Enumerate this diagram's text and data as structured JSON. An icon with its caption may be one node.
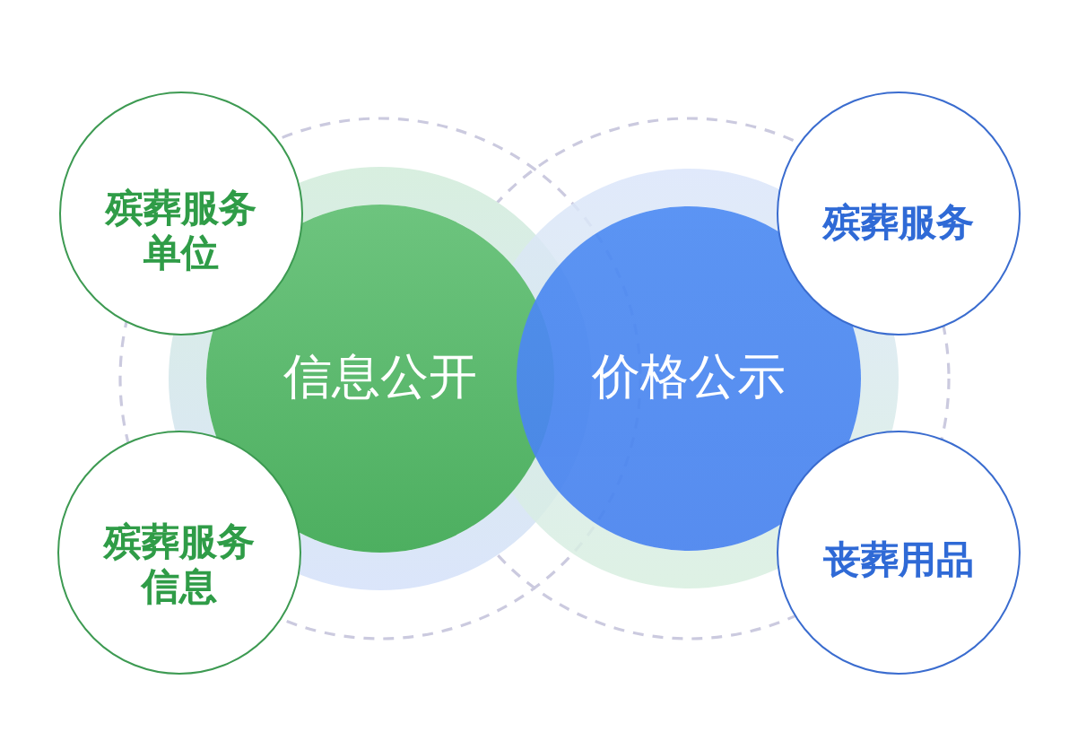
{
  "diagram": {
    "nodes": [
      {
        "text": [
          "殡葬服务单位"
        ]
      },
      {
        "text": [
          "殡葬服务"
        ]
      },
      {
        "text": [
          "信息公开"
        ]
      },
      {
        "text": [
          "价格公示"
        ]
      },
      {
        "text": [
          "殡葬服务信息"
        ]
      },
      {
        "text": [
          "丧葬用品"
        ]
      }
    ]
  }
}
